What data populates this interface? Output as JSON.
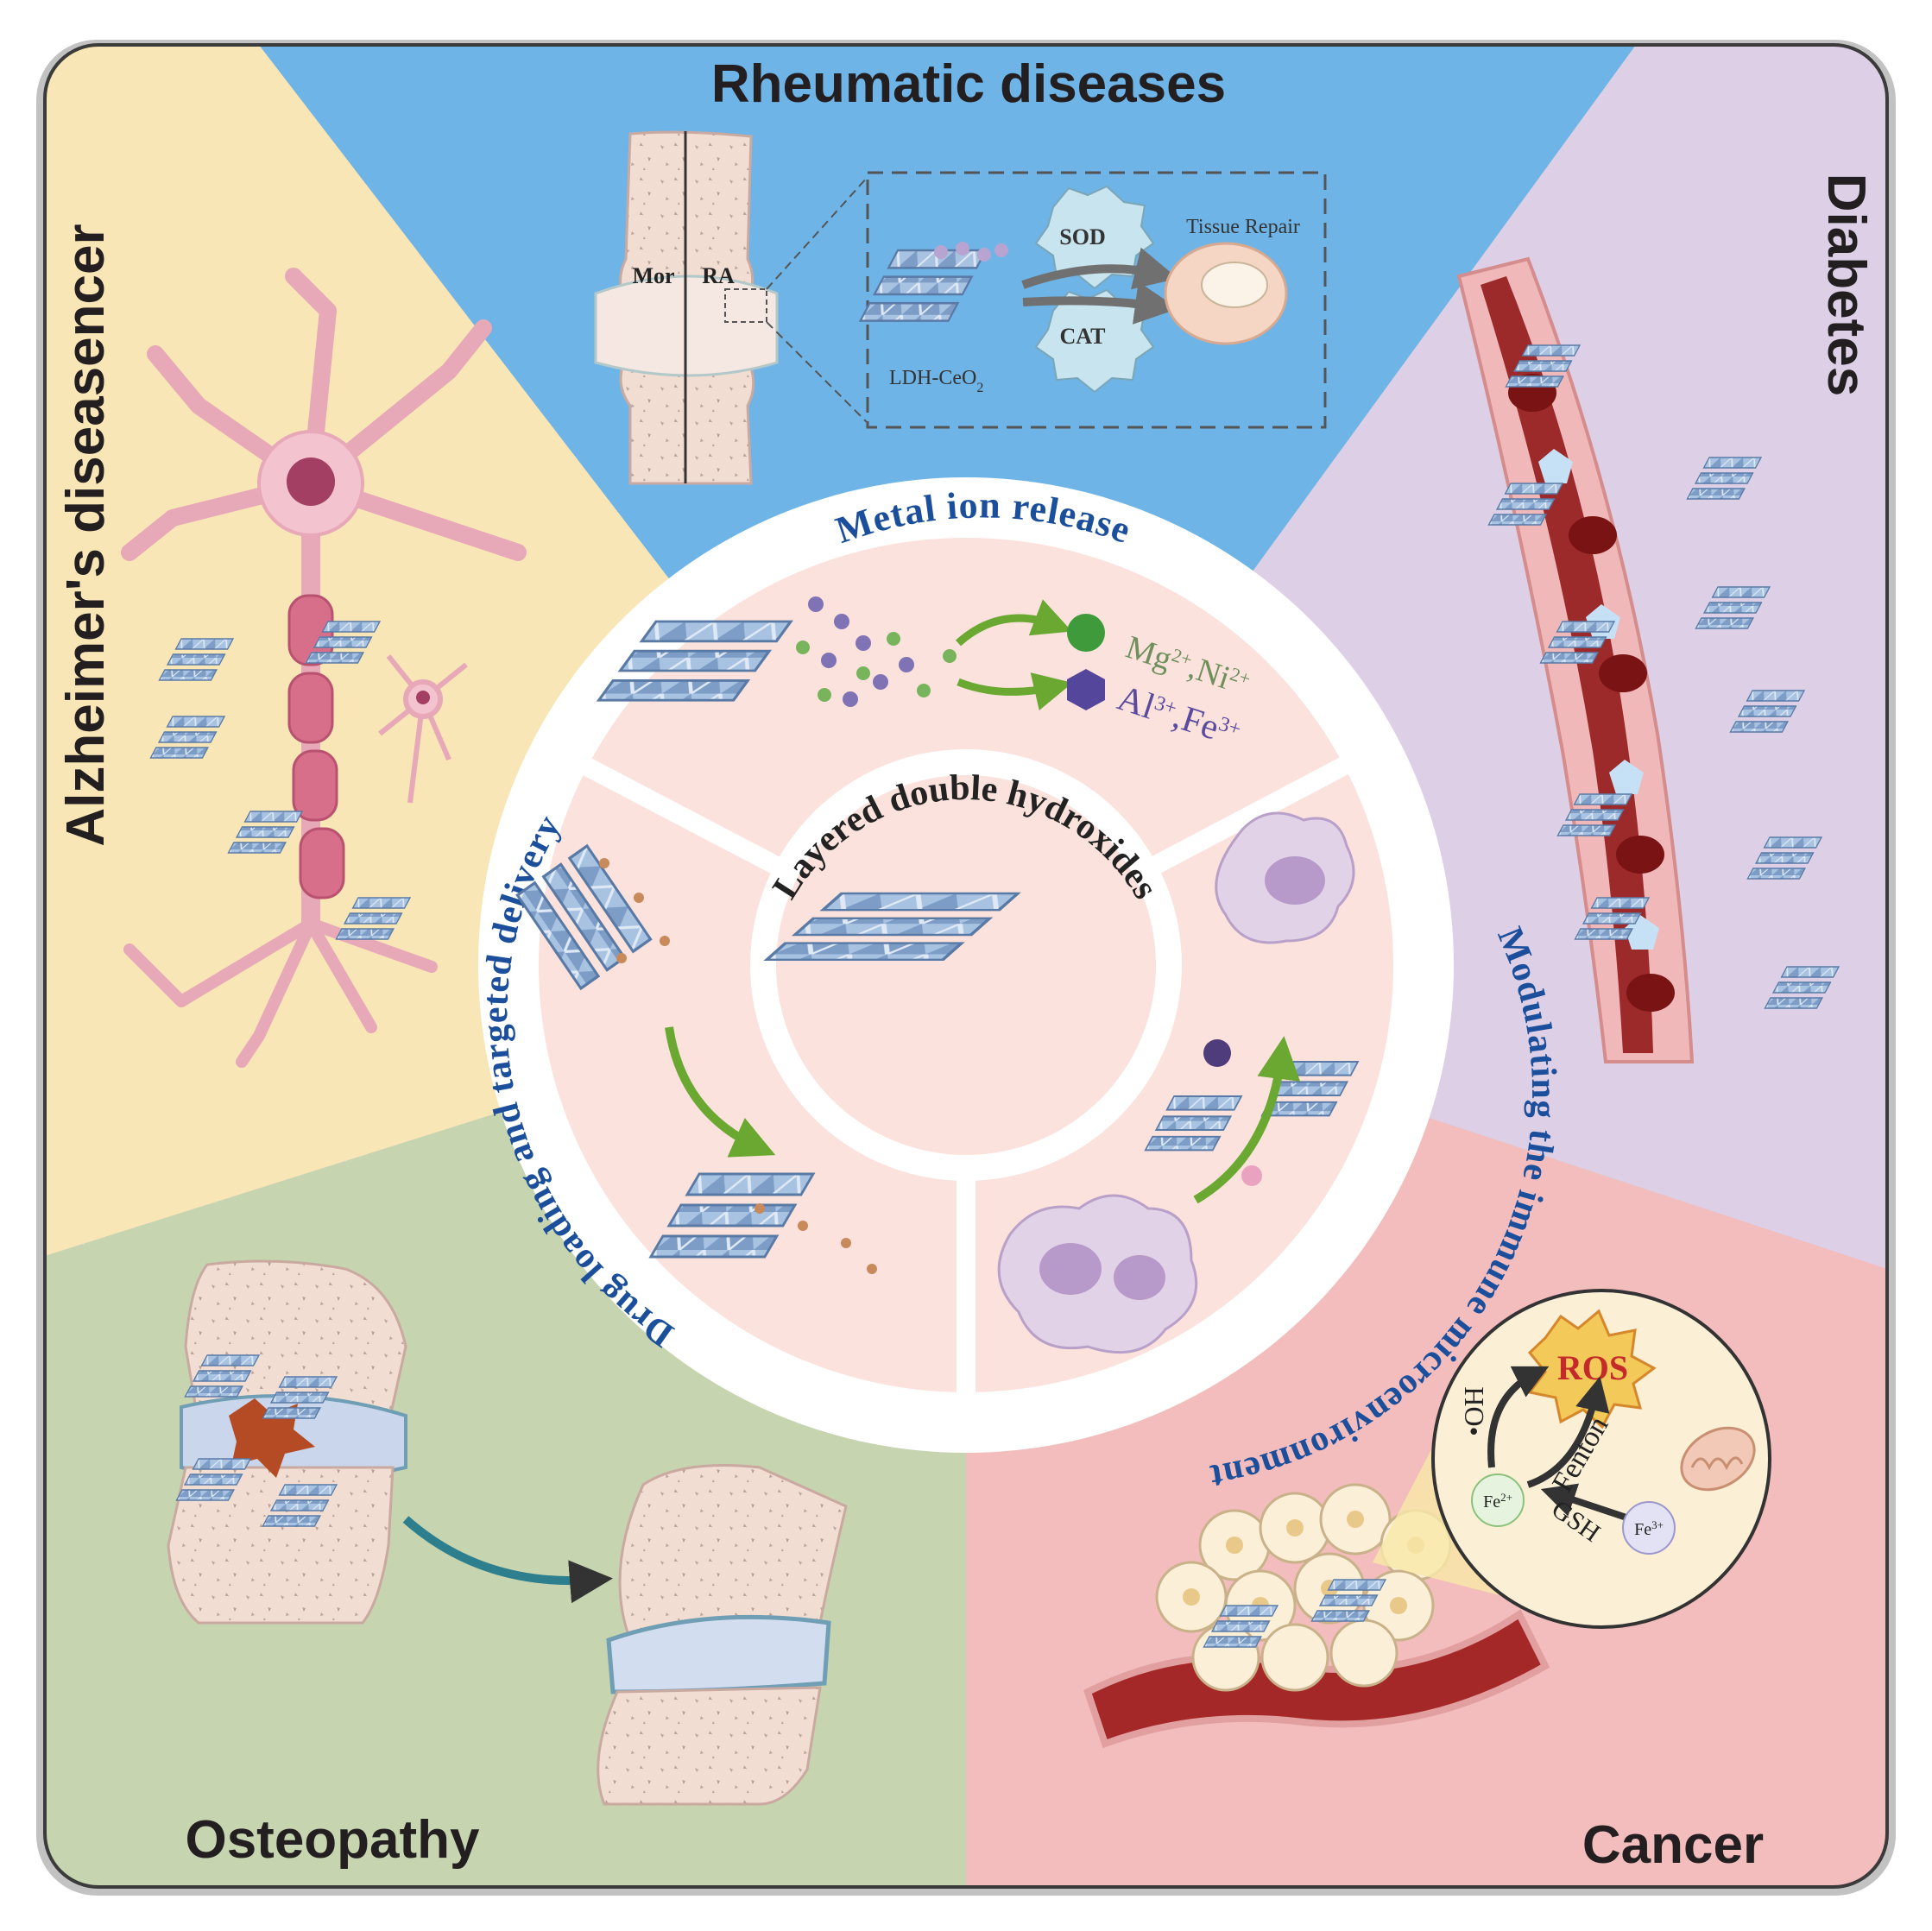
{
  "colors": {
    "rheumatic": "#6fb4e6",
    "alzheimer": "#f9e6b6",
    "diabetes": "#ddd0e6",
    "osteopathy": "#c6d4b0",
    "cancer": "#f3bdbd",
    "ring": "#ffffff",
    "section": "#fbe2dc",
    "heading_blue": "#1b4f9c",
    "sheet": "#9bb7d8",
    "sheet_dark": "#5d7ea8",
    "arrow_green": "#6aa832"
  },
  "categories": {
    "rheumatic": "Rheumatic diseases",
    "alzheimer": "Alzheimer's diseasencer",
    "diabetes": "Diabetes",
    "osteopathy": "Osteopathy",
    "cancer": "Cancer"
  },
  "center": {
    "title": "Layered double hydroxides",
    "sections": {
      "top": "Metal ion release",
      "left": "Drug loading and targeted delivery",
      "right": "Modulating the immune microenvironment"
    }
  },
  "metal_ions": {
    "divalent": {
      "base1": "Mg",
      "sup1": "2+",
      "sep": ",",
      "base2": "Ni",
      "sup2": "2+"
    },
    "trivalent": {
      "base1": "Al",
      "sup1": "3+",
      "sep": ",",
      "base2": "Fe",
      "sup2": "3+"
    }
  },
  "rheumatic_panel": {
    "joint_left": "Mor",
    "joint_right": "RA",
    "enzyme1": "SOD",
    "enzyme2": "CAT",
    "tissue": "Tissue Repair",
    "material": "LDH-CeO",
    "material_sub": "2"
  },
  "cancer_panel": {
    "ros": "ROS",
    "hydroxyl": "•OH",
    "fenton": "Fenton",
    "gsh": "GSH",
    "fe2_base": "Fe",
    "fe2_sup": "2+",
    "fe3_base": "Fe",
    "fe3_sup": "3+"
  },
  "icons": {
    "neuron": "neuron-icon",
    "joint": "joint-icon",
    "vessel": "blood-vessel-icon",
    "ldh": "ldh-sheet-icon",
    "tumor": "tumor-cells-icon",
    "macrophage": "macrophage-icon",
    "mitochondria": "mitochondria-icon"
  }
}
